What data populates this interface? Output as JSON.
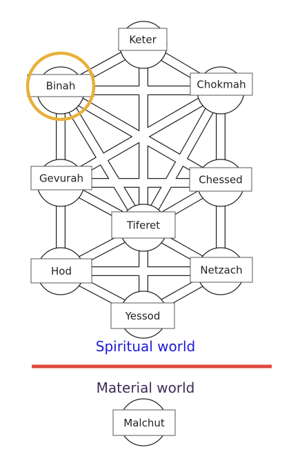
{
  "diagram": {
    "nodes": {
      "keter": "Keter",
      "binah": "Binah",
      "chokmah": "Chokmah",
      "gevurah": "Gevurah",
      "chessed": "Chessed",
      "tiferet": "Tiferet",
      "hod": "Hod",
      "netzach": "Netzach",
      "yessod": "Yessod",
      "malchut": "Malchut"
    },
    "captions": {
      "spiritual": "Spiritual world",
      "material": "Material world"
    },
    "highlighted_node": "Binah",
    "colors": {
      "spiritual_caption": "#1a1ad6",
      "material_caption": "#3b2d57",
      "divider": "#e0483c",
      "highlight_ring": "#e8b03a",
      "outline": "#222222"
    }
  }
}
